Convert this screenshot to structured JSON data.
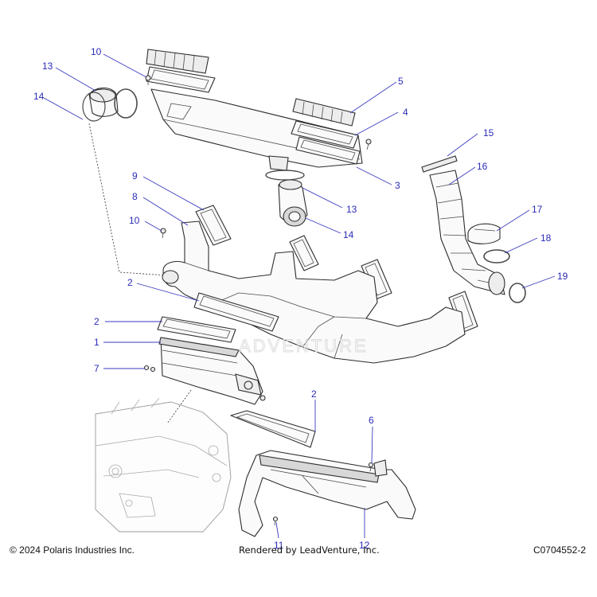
{
  "callouts": [
    {
      "id": "c10a",
      "label": "10"
    },
    {
      "id": "c13a",
      "label": "13"
    },
    {
      "id": "c14a",
      "label": "14"
    },
    {
      "id": "c5",
      "label": "5"
    },
    {
      "id": "c4",
      "label": "4"
    },
    {
      "id": "c3",
      "label": "3"
    },
    {
      "id": "c13b",
      "label": "13"
    },
    {
      "id": "c14b",
      "label": "14"
    },
    {
      "id": "c15",
      "label": "15"
    },
    {
      "id": "c16",
      "label": "16"
    },
    {
      "id": "c17",
      "label": "17"
    },
    {
      "id": "c18",
      "label": "18"
    },
    {
      "id": "c19",
      "label": "19"
    },
    {
      "id": "c9",
      "label": "9"
    },
    {
      "id": "c8",
      "label": "8"
    },
    {
      "id": "c10b",
      "label": "10"
    },
    {
      "id": "c2a",
      "label": "2"
    },
    {
      "id": "c2b",
      "label": "2"
    },
    {
      "id": "c1",
      "label": "1"
    },
    {
      "id": "c7",
      "label": "7"
    },
    {
      "id": "c2c",
      "label": "2"
    },
    {
      "id": "c6",
      "label": "6"
    },
    {
      "id": "c11",
      "label": "11"
    },
    {
      "id": "c12",
      "label": "12"
    }
  ],
  "watermark": "ADVENTURE",
  "footer": {
    "copyright": "© 2024 Polaris Industries Inc.",
    "rendered_by": "Rendered by LeadVenture, Inc.",
    "diagram_code": "C0704552-2"
  },
  "colors": {
    "callout": "#2b2bb8",
    "leader": "#3b3bbf",
    "line": "#2e2e2e"
  }
}
